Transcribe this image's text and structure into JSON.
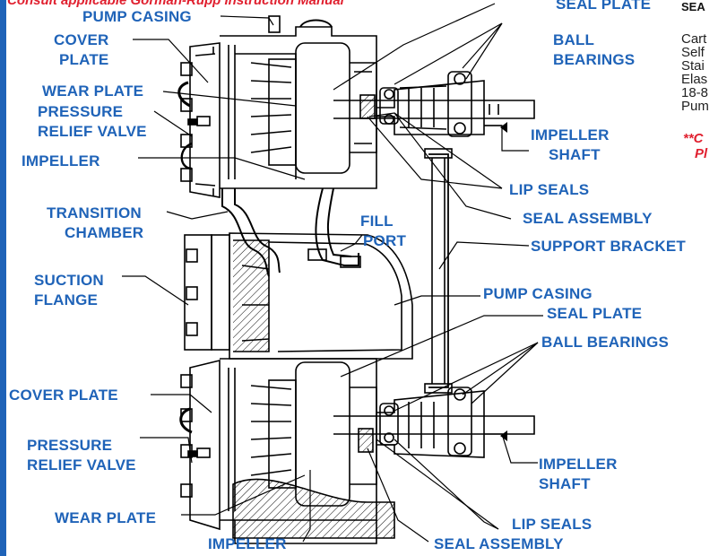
{
  "top_note": "Consult applicable Gorman-Rupp Instruction Manual",
  "side_header": "SEA",
  "side_lines": [
    "Cart",
    "Self",
    "Stai",
    "Elas",
    "18-8",
    "Pum"
  ],
  "side_note": [
    "**C",
    "Pl"
  ],
  "labels": {
    "pump_casing_top": "PUMP CASING",
    "seal_plate_top": "SEAL PLATE",
    "cover_plate_top": [
      "COVER",
      "PLATE"
    ],
    "ball_bearings_top": [
      "BALL",
      "BEARINGS"
    ],
    "wear_plate_top": "WEAR PLATE",
    "pressure_relief_top": [
      "PRESSURE",
      "RELIEF VALVE"
    ],
    "impeller_shaft_top": [
      "IMPELLER",
      "SHAFT"
    ],
    "impeller_top": "IMPELLER",
    "lip_seals_top": "LIP SEALS",
    "transition_chamber": [
      "TRANSITION",
      "CHAMBER"
    ],
    "fill_port": [
      "FILL",
      "PORT"
    ],
    "seal_assembly_top": "SEAL ASSEMBLY",
    "support_bracket": "SUPPORT BRACKET",
    "suction_flange": [
      "SUCTION",
      "FLANGE"
    ],
    "pump_casing_bottom": "PUMP CASING",
    "seal_plate_bottom": "SEAL PLATE",
    "ball_bearings_bottom": "BALL BEARINGS",
    "cover_plate_bottom": "COVER PLATE",
    "pressure_relief_bottom": [
      "PRESSURE",
      "RELIEF VALVE"
    ],
    "impeller_shaft_bottom": [
      "IMPELLER",
      "SHAFT"
    ],
    "wear_plate_bottom": "WEAR PLATE",
    "lip_seals_bottom": "LIP SEALS",
    "impeller_bottom": "IMPELLER",
    "seal_assembly_bottom": "SEAL ASSEMBLY"
  },
  "colors": {
    "label": "#1f63b8",
    "note": "#e0202f",
    "bar": "#1f63b8"
  }
}
